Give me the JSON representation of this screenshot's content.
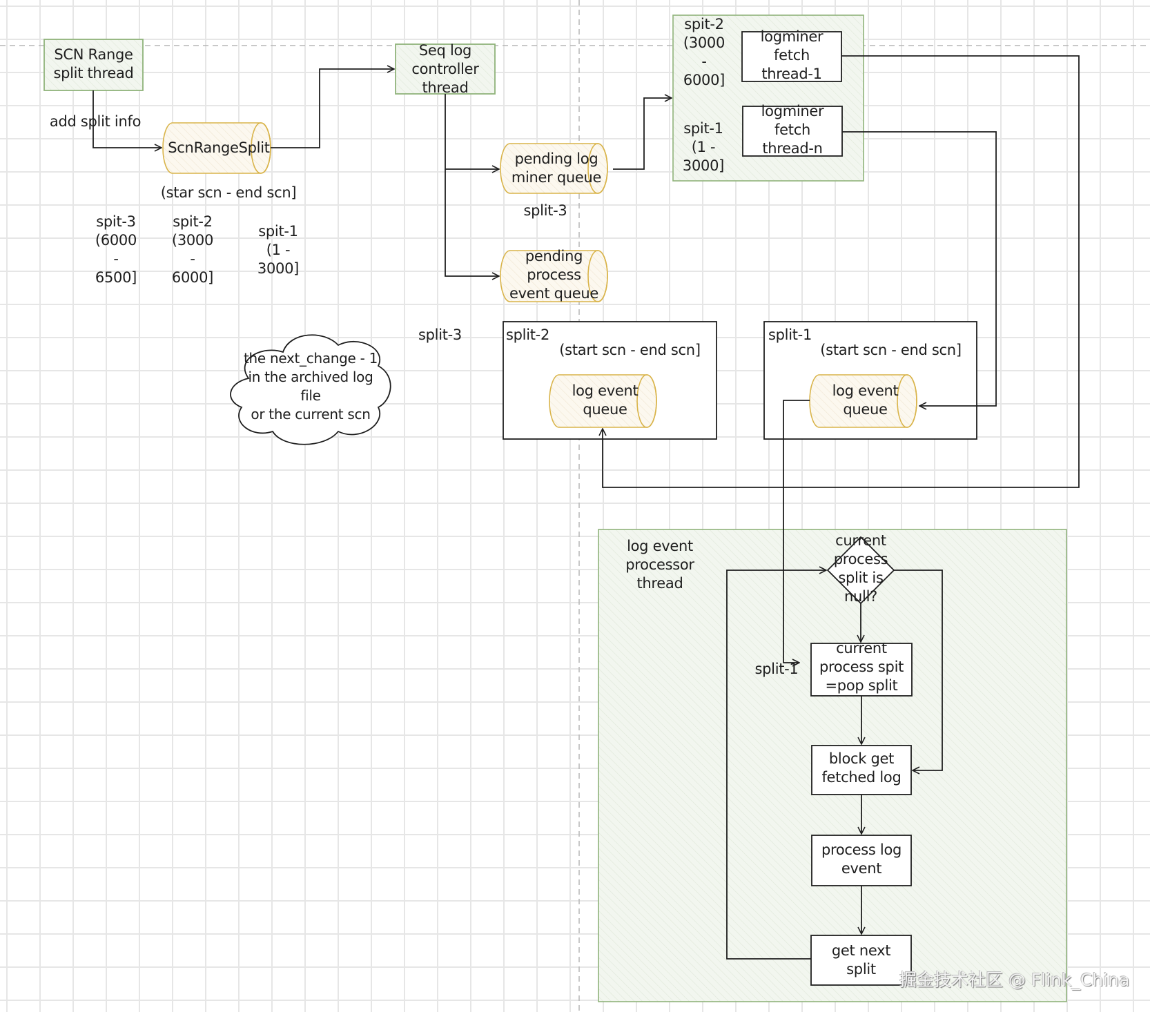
{
  "colors": {
    "green_stroke": "#8fb37a",
    "green_fill": "#eef4ea",
    "yellow_stroke": "#d9b44a",
    "yellow_fill": "#fbf6ea",
    "line": "#1e1e1e",
    "dashed_guide": "#b5b5b5"
  },
  "scn_split_thread": {
    "label": "SCN Range\nsplit thread"
  },
  "add_split_info": {
    "label": "add split info"
  },
  "scn_range_split_queue": {
    "label": "ScnRangeSplit"
  },
  "scn_range_caption": {
    "label": "(star scn - end scn]"
  },
  "pending_splits": [
    {
      "label": "spit-3\n(6000\n-\n6500]"
    },
    {
      "label": "spit-2\n(3000\n-\n6000]"
    },
    {
      "label": "spit-1\n(1 -\n3000]"
    }
  ],
  "seq_controller": {
    "label": "Seq log\ncontroller\nthread"
  },
  "pending_logminer_queue": {
    "label": "pending log\nminer queue"
  },
  "pending_logminer_split": {
    "label": "split-3"
  },
  "pending_process_queue": {
    "label": "pending\nprocess\nevent queue"
  },
  "fetch_group": {
    "split_a": {
      "label": "spit-2\n(3000\n-\n6000]"
    },
    "split_b": {
      "label": "spit-1\n(1 -\n3000]"
    },
    "thread_1": {
      "label": "logminer\nfetch\nthread-1"
    },
    "thread_n": {
      "label": "logminer\nfetch\nthread-n"
    }
  },
  "floating_split_label": {
    "label": "split-3"
  },
  "cloud_note": {
    "label": "the next_change - 1\nin the archived log\nfile\nor the current scn"
  },
  "split_boxes": [
    {
      "title": "split-2",
      "range": "(start scn - end scn]",
      "queue": "log event\nqueue"
    },
    {
      "title": "split-1",
      "range": "(start scn - end scn]",
      "queue": "log event\nqueue"
    }
  ],
  "processor": {
    "title": "log event\nprocessor\nthread",
    "decision": "current\nprocess\nsplit is\nnull?",
    "incoming_label": "split-1",
    "steps": [
      {
        "label": "current\nprocess spit\n=pop split"
      },
      {
        "label": "block get\nfetched log"
      },
      {
        "label": "process log\nevent"
      },
      {
        "label": "get next\nsplit"
      }
    ]
  },
  "watermark": {
    "label": "掘金技术社区 @ Flink_China"
  }
}
